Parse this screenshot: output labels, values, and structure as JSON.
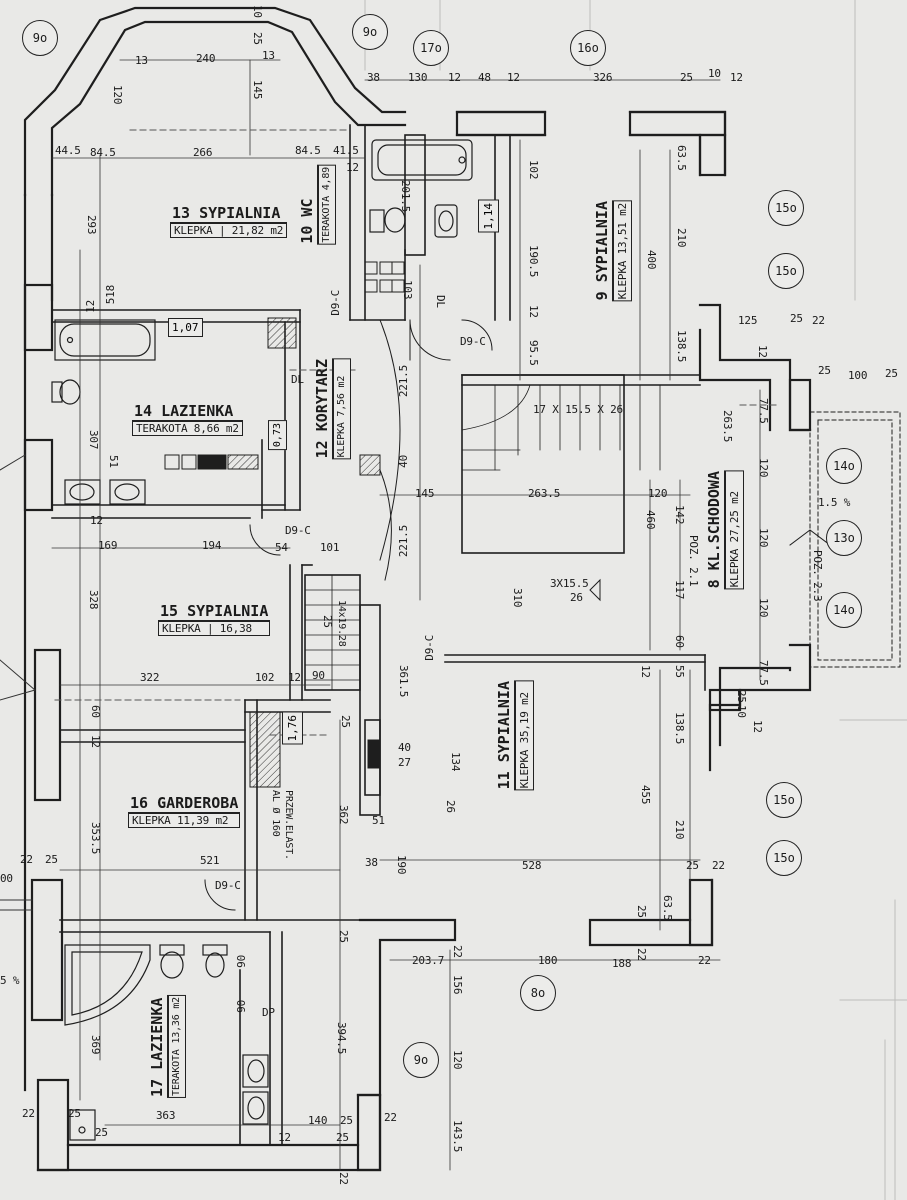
{
  "rooms": [
    {
      "id": "13",
      "name": "13 SYPIALNIA",
      "sub": "KLEPKA | 21,82 m2"
    },
    {
      "id": "10",
      "name": "10 WC",
      "sub": "TERAKOTA 4,89"
    },
    {
      "id": "9",
      "name": "9 SYPIALNIA",
      "sub": "KLEPKA 13,51 m2"
    },
    {
      "id": "14",
      "name": "14 LAZIENKA",
      "sub": "TERAKOTA 8,66 m2"
    },
    {
      "id": "12",
      "name": "12 KORYTARZ",
      "sub": "KLEPKA 7,56 m2"
    },
    {
      "id": "8",
      "name": "8 KL.SCHODOWA",
      "sub": "KLEPKA 27,25 m2"
    },
    {
      "id": "15",
      "name": "15 SYPIALNIA",
      "sub": "KLEPKA | 16,38"
    },
    {
      "id": "11",
      "name": "11 SYPIALNIA",
      "sub": "KLEPKA 35,19 m2"
    },
    {
      "id": "16",
      "name": "16 GARDEROBA",
      "sub": "KLEPKA 11,39 m2"
    },
    {
      "id": "17",
      "name": "17 LAZIENKA",
      "sub": "TERAKOTA 13,36 m2"
    }
  ],
  "bubbles": [
    "9o",
    "9o",
    "17o",
    "16o",
    "15o",
    "15o",
    "14o",
    "13o",
    "14o",
    "15o",
    "15o",
    "8o",
    "9o"
  ],
  "area_boxes": [
    "1,07",
    "1,14",
    "1,76",
    "0,73"
  ],
  "dims": {
    "d240": "240",
    "d13a": "13",
    "d13b": "13",
    "d120": "120",
    "d10": "10",
    "d25": "25",
    "d145": "145",
    "d38": "38",
    "d130": "130",
    "d12a": "12",
    "d48": "48",
    "d12b": "12",
    "d326": "326",
    "d25b": "25",
    "d10b": "10",
    "d12c": "12",
    "d445": "44.5",
    "d845": "84.5",
    "d266": "266",
    "d845b": "84.5",
    "d415": "41.5",
    "d12d": "12",
    "d2015": "201.5",
    "d293": "293",
    "d518": "518",
    "d12e": "12",
    "d103": "103",
    "d102": "102",
    "d1905": "190.5",
    "d12f": "12",
    "d955": "95.5",
    "d635": "63.5",
    "d210": "210",
    "d400": "400",
    "d1385": "138.5",
    "d125": "125",
    "d25c": "25",
    "d22": "22",
    "d12g": "12",
    "d25d": "25",
    "d100": "100",
    "d25e": "25",
    "d775": "77.5",
    "d2635": "263.5",
    "d120b": "120",
    "d307": "307",
    "d51": "51",
    "d2215": "221.5",
    "d40": "40",
    "d145b": "145",
    "d2635b": "263.5",
    "d120c": "120",
    "d460": "460",
    "d142": "142",
    "d117": "117",
    "d120d": "120",
    "d120e": "120",
    "d15": "1.5",
    "d12h": "12",
    "d169": "169",
    "d194": "194",
    "d54": "54",
    "d101": "101",
    "d2215b": "221.5",
    "d310": "310",
    "d3x155": "3X15.5",
    "d26": "26",
    "d328": "328",
    "d14x1928": "14x19.28",
    "d25f": "25",
    "d60": "60",
    "d55": "55",
    "d322": "322",
    "d102b": "102",
    "d12i": "12",
    "d90": "90",
    "d3615": "361.5",
    "d12j": "12",
    "d775b": "77.5",
    "d25g": "25",
    "d10c": "10",
    "d12k": "12",
    "d60b": "60",
    "d12l": "12",
    "d25h": "25",
    "d40b": "40",
    "d27": "27",
    "d134": "134",
    "d1385b": "138.5",
    "d455": "455",
    "d3535": "353.5",
    "d362": "362",
    "d51b": "51",
    "d26b": "26",
    "d210b": "210",
    "d22b": "22",
    "d25i": "25",
    "d521": "521",
    "d38b": "38",
    "d190": "190",
    "d528": "528",
    "d25j": "25",
    "d22c": "22",
    "d635b": "63.5",
    "d25k": "25",
    "d25l": "25",
    "d2037": "203.7",
    "d22d": "22",
    "d180": "180",
    "d188": "188",
    "d22e": "22",
    "d22f": "22",
    "d156": "156",
    "d90b": "90",
    "d90c": "90",
    "d369": "369",
    "d3945": "394.5",
    "d120f": "120",
    "d22g": "22",
    "d25m": "25",
    "d363": "363",
    "d25n": "25",
    "d140": "140",
    "d25o": "25",
    "d22h": "22",
    "d12m": "12",
    "d25p": "25",
    "d1435": "143.5",
    "d22i": "22",
    "d00": "00",
    "d5": "5 %"
  },
  "notes": {
    "n17x155": "17 X 15.5 X 26",
    "dl1": "DL",
    "dl2": "DL",
    "d9c1": "D9-C",
    "d9c2": "D9-C",
    "d9c3": "D9-C",
    "d9c4": "D9-C",
    "d9c5": "D9-C",
    "pozt": "POZ. 2.1",
    "poz2": "POZ. 2.3",
    "przew": "PRZEW.ELAST.",
    "al": "AL Ø 160",
    "dp": "DP",
    "b15pct": "1.5 %"
  }
}
